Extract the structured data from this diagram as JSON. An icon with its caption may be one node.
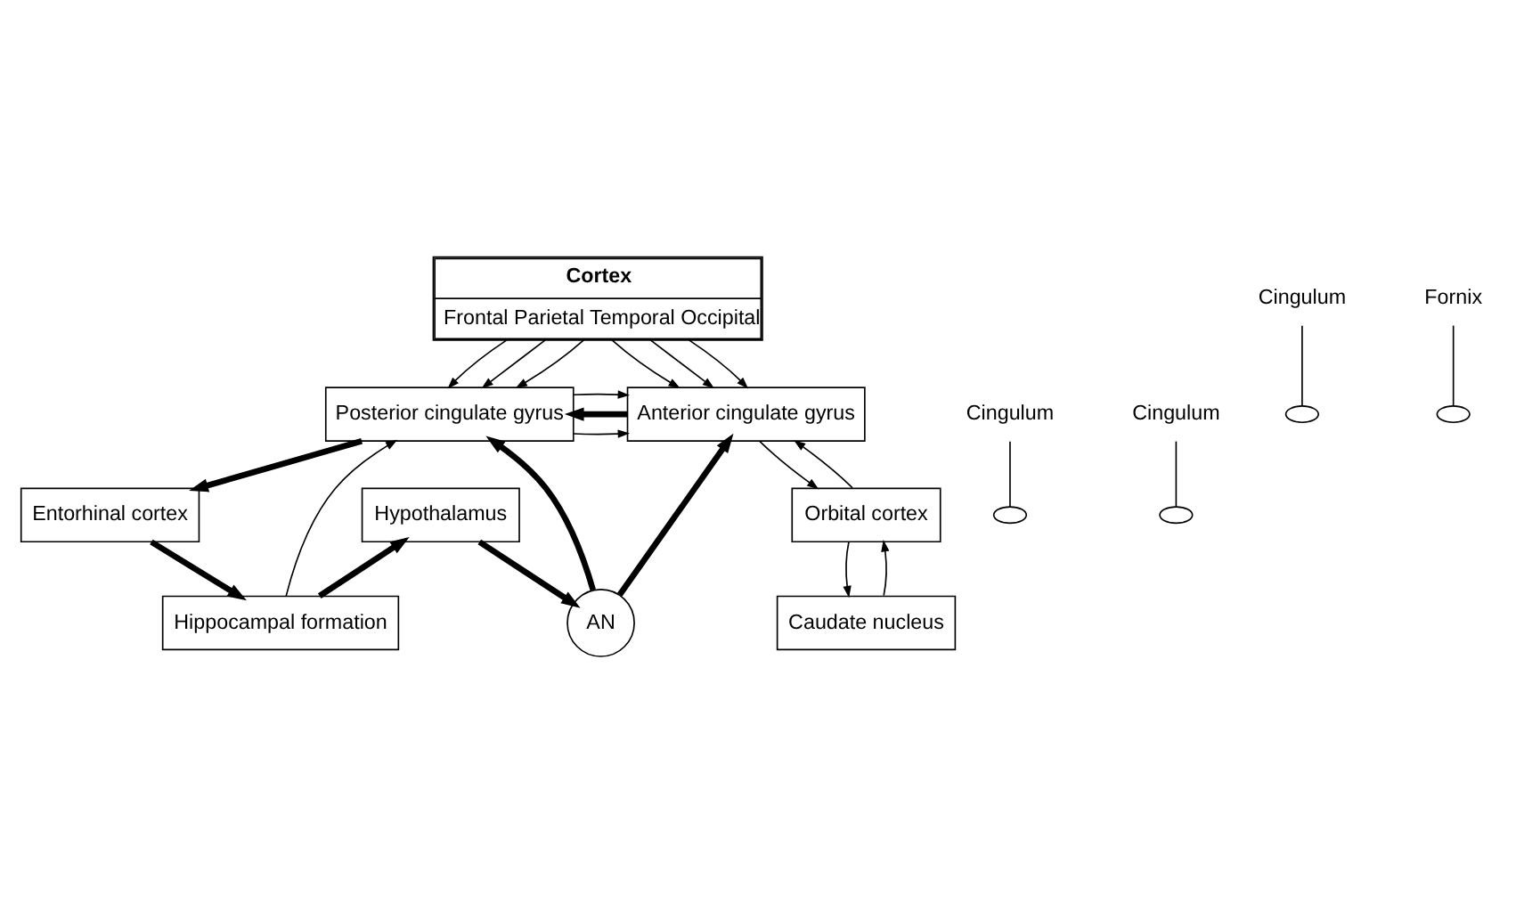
{
  "diagram": {
    "nodes": [
      {
        "text": [
          "Cortex",
          "Frontal Parietal Temporal Occipital"
        ]
      },
      {
        "text": [
          "Cingulum"
        ]
      },
      {
        "text": [
          "Posterior cingulate gyrus"
        ]
      },
      {
        "text": [
          "Anterior cingulate gyrus"
        ]
      },
      {
        "text": [
          "Cingulum"
        ]
      },
      {
        "text": [],
        "shape": "ellipse"
      },
      {
        "text": [],
        "shape": "ellipse"
      },
      {
        "text": [],
        "shape": "ellipse"
      },
      {
        "text": [
          "Cingulum"
        ]
      },
      {
        "text": [
          "AN"
        ]
      },
      {
        "text": [
          "Entorhinal cortex"
        ]
      },
      {
        "text": [
          "Hypothalamus"
        ]
      },
      {
        "text": [
          "Orbital cortex"
        ]
      },
      {
        "text": [],
        "shape": "ellipse"
      },
      {
        "text": [
          "Fornix"
        ]
      },
      {
        "text": [
          "Hippocampal formation"
        ]
      },
      {
        "text": [
          "Caudate nucleus"
        ]
      }
    ],
    "edges": [
      {
        "from": 0,
        "to": 2,
        "arrow": "to"
      },
      {
        "from": 0,
        "to": 2,
        "arrow": "to"
      },
      {
        "from": 0,
        "to": 2,
        "arrow": "to"
      },
      {
        "from": 0,
        "to": 3,
        "arrow": "to"
      },
      {
        "from": 0,
        "to": 3,
        "arrow": "to"
      },
      {
        "from": 0,
        "to": 3,
        "arrow": "to"
      },
      {
        "from": 2,
        "to": 3,
        "arrow": "to"
      },
      {
        "from": 3,
        "to": 2,
        "arrow": "to",
        "style": "thick"
      },
      {
        "from": 2,
        "to": 3,
        "arrow": "to"
      },
      {
        "from": 1,
        "to": 5,
        "arrow": "none"
      },
      {
        "from": 8,
        "to": 6,
        "arrow": "none"
      },
      {
        "from": 4,
        "to": 7,
        "arrow": "none"
      },
      {
        "from": 15,
        "to": 2,
        "arrow": "to"
      },
      {
        "from": 2,
        "to": 10,
        "arrow": "to",
        "style": "thick"
      },
      {
        "from": 9,
        "to": 2,
        "arrow": "to",
        "style": "thick"
      },
      {
        "from": 9,
        "to": 3,
        "arrow": "to",
        "style": "thick"
      },
      {
        "from": 3,
        "to": 12,
        "arrow": "to"
      },
      {
        "from": 12,
        "to": 3,
        "arrow": "to"
      },
      {
        "from": 10,
        "to": 15,
        "arrow": "to",
        "style": "thick"
      },
      {
        "from": 15,
        "to": 11,
        "arrow": "to",
        "style": "thick"
      },
      {
        "from": 14,
        "to": 13,
        "arrow": "none"
      },
      {
        "from": 11,
        "to": 9,
        "arrow": "to",
        "style": "thick"
      },
      {
        "from": 12,
        "to": 16,
        "arrow": "to"
      },
      {
        "from": 16,
        "to": 12,
        "arrow": "to"
      }
    ]
  }
}
